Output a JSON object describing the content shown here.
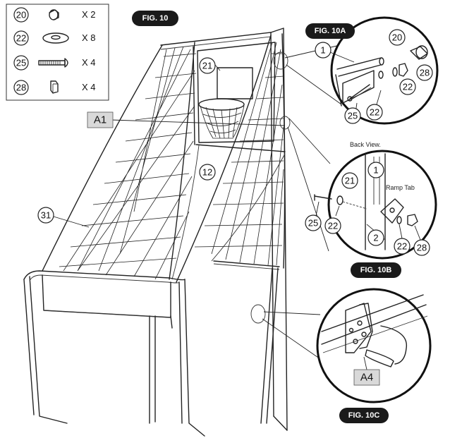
{
  "figures": {
    "main": "FIG. 10",
    "fig_a": "FIG. 10A",
    "fig_b": "FIG. 10B",
    "fig_c": "FIG. 10C"
  },
  "parts_legend": [
    {
      "part": "20",
      "qty": "X 2",
      "icon": "end-cap-icon"
    },
    {
      "part": "22",
      "qty": "X 8",
      "icon": "washer-icon"
    },
    {
      "part": "25",
      "qty": "X 4",
      "icon": "bolt-icon"
    },
    {
      "part": "28",
      "qty": "X 4",
      "icon": "nut-icon"
    }
  ],
  "labels": {
    "a1": "A1",
    "a4": "A4",
    "back_view": "Back View.",
    "ramp_tab": "Ramp Tab"
  },
  "main_callouts": {
    "backboard": "21",
    "ramp": "12",
    "net": "31"
  },
  "fig_a_callouts": {
    "frame": "1",
    "end_cap": "20",
    "nut": "28",
    "washer_right": "22",
    "bolt": "25",
    "washer_bottom": "22"
  },
  "fig_b_callouts": {
    "backboard": "21",
    "frame_upper": "1",
    "bolt": "25",
    "washer_left": "22",
    "frame_lower": "2",
    "washer_right": "22",
    "nut": "28"
  }
}
